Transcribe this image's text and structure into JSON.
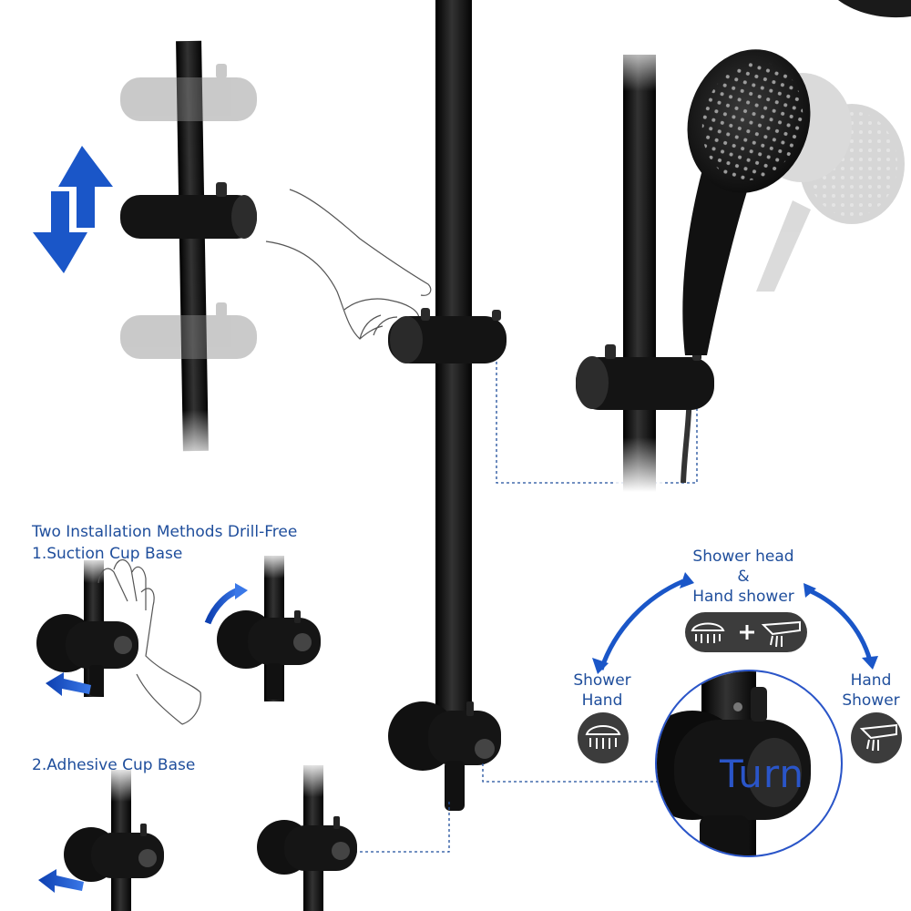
{
  "methods_heading": "Two Installation Methods Drill-Free",
  "method_1_label": "1.Suction Cup Base",
  "method_2_label": "2.Adhesive Cup Base",
  "mode_combined": {
    "line1": "Shower head",
    "line2": "&",
    "line3": "Hand shower"
  },
  "mode_left": {
    "line1": "Shower",
    "line2": "Hand"
  },
  "mode_right": {
    "line1": "Hand",
    "line2": "Shower"
  },
  "turn_label": "Turn",
  "colors": {
    "accent_blue": "#1f4e9c",
    "arrow_blue": "#1a56c8",
    "fixture_black": "#111111",
    "ghost_gray": "#9a9a9a"
  },
  "icons": [
    "up-down-arrows-icon",
    "showerhead-icon",
    "handheld-shower-icon",
    "plus-icon",
    "curved-arrow-icon"
  ]
}
